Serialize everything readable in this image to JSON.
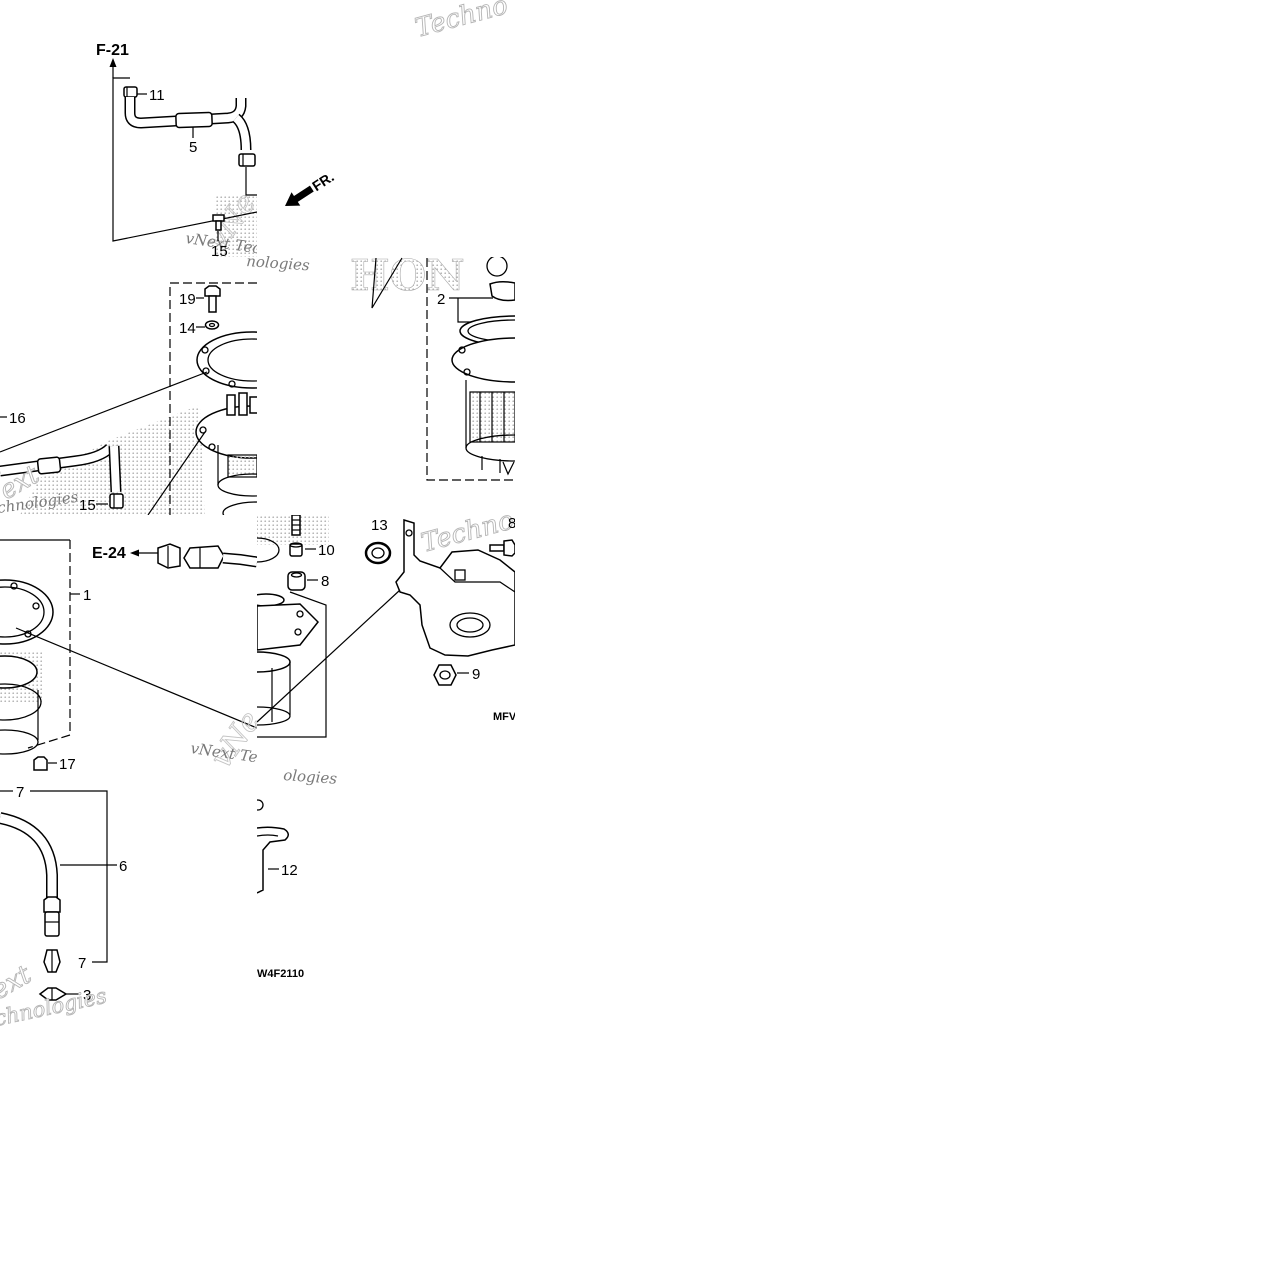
{
  "diagram": {
    "refs": {
      "f21": "F-21",
      "e24": "E-24",
      "fr": "FR."
    },
    "callouts": [
      "11",
      "5",
      "15",
      "19",
      "14",
      "16",
      "2",
      "15",
      "1",
      "13",
      "8",
      "10",
      "8",
      "9",
      "17",
      "7",
      "6",
      "12",
      "7",
      "3"
    ],
    "codes": {
      "prefix": "MFV",
      "suffix": "W4F2110"
    }
  },
  "watermarks": {
    "fragments": [
      "Techno",
      "vNext Tec",
      "nologies",
      "ext",
      "chnologies",
      "Techno",
      "vNext Te",
      "ologies",
      "ext",
      "chnologies",
      "HON",
      "vNe",
      "vNe"
    ]
  },
  "colors": {
    "line": "#000000",
    "watermark": "#b5b5b5",
    "background": "#ffffff"
  }
}
